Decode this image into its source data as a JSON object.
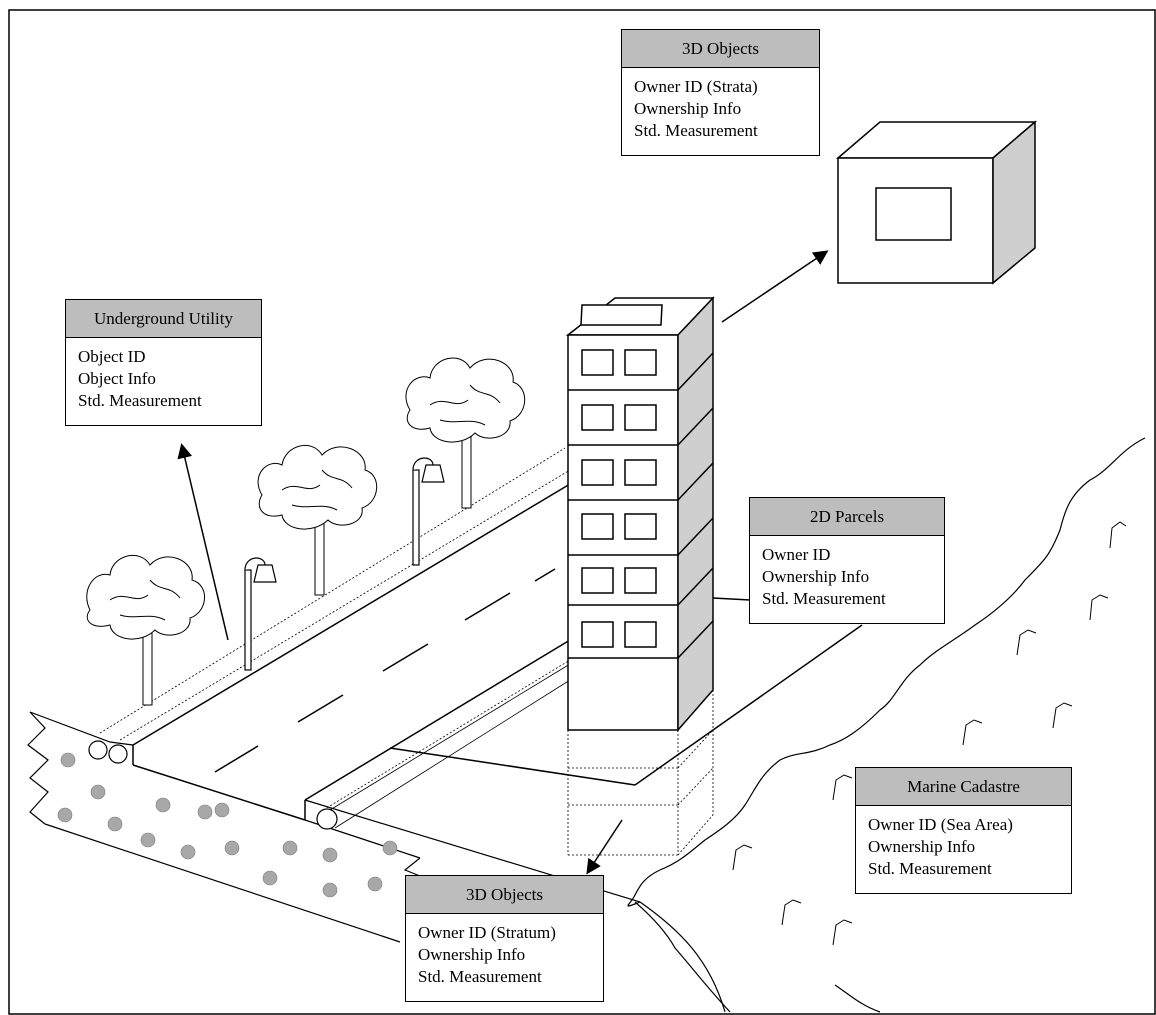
{
  "labels": {
    "top_3d_objects": {
      "title": "3D Objects",
      "lines": [
        "Owner ID (Strata)",
        "Ownership Info",
        "Std. Measurement"
      ]
    },
    "underground_utility": {
      "title": "Underground Utility",
      "lines": [
        "Object ID",
        "Object Info",
        "Std. Measurement"
      ]
    },
    "parcels_2d": {
      "title": "2D Parcels",
      "lines": [
        "Owner ID",
        "Ownership Info",
        "Std. Measurement"
      ]
    },
    "marine_cadastre": {
      "title": "Marine Cadastre",
      "lines": [
        "Owner ID (Sea Area)",
        "Ownership Info",
        "Std. Measurement"
      ]
    },
    "bottom_3d_objects": {
      "title": "3D Objects",
      "lines": [
        "Owner ID (Stratum)",
        "Ownership Info",
        "Std. Measurement"
      ]
    }
  },
  "colors": {
    "header_fill": "#bdbdbd",
    "shade_fill": "#cfcfcf",
    "star_fill": "#a8a8a8",
    "line": "#000000"
  }
}
